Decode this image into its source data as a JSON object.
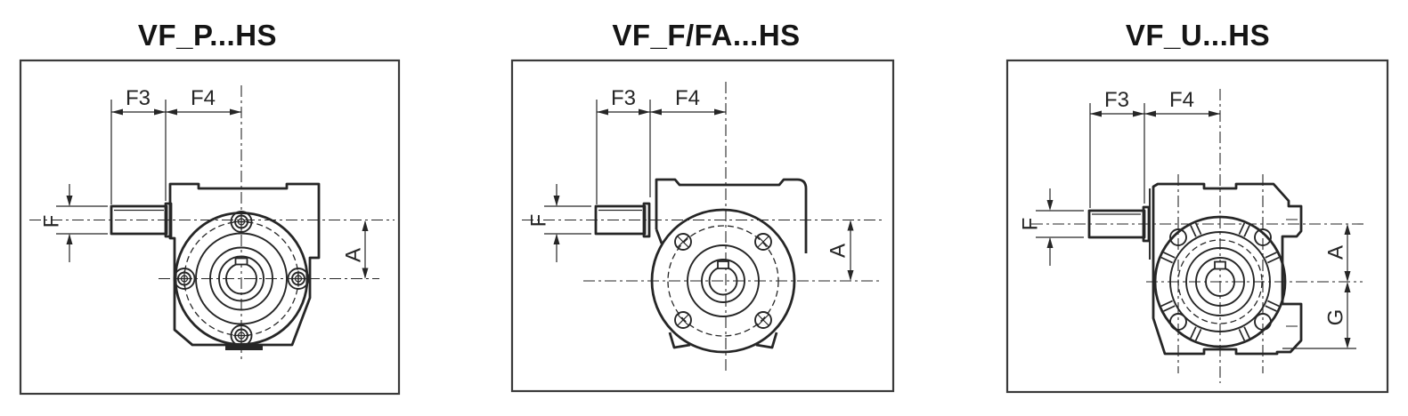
{
  "colors": {
    "line": "#262626",
    "bg": "#ffffff",
    "frame": "#3a3a3a"
  },
  "panels": [
    {
      "id": "vf-p",
      "title": "VF_P...HS",
      "labels": {
        "f3": "F3",
        "f4": "F4",
        "f": "F",
        "a": "A"
      }
    },
    {
      "id": "vf-f-fa",
      "title": "VF_F/FA...HS",
      "labels": {
        "f3": "F3",
        "f4": "F4",
        "f": "F",
        "a": "A"
      }
    },
    {
      "id": "vf-u",
      "title": "VF_U...HS",
      "labels": {
        "f3": "F3",
        "f4": "F4",
        "f": "F",
        "a": "A",
        "g": "G"
      }
    }
  ]
}
